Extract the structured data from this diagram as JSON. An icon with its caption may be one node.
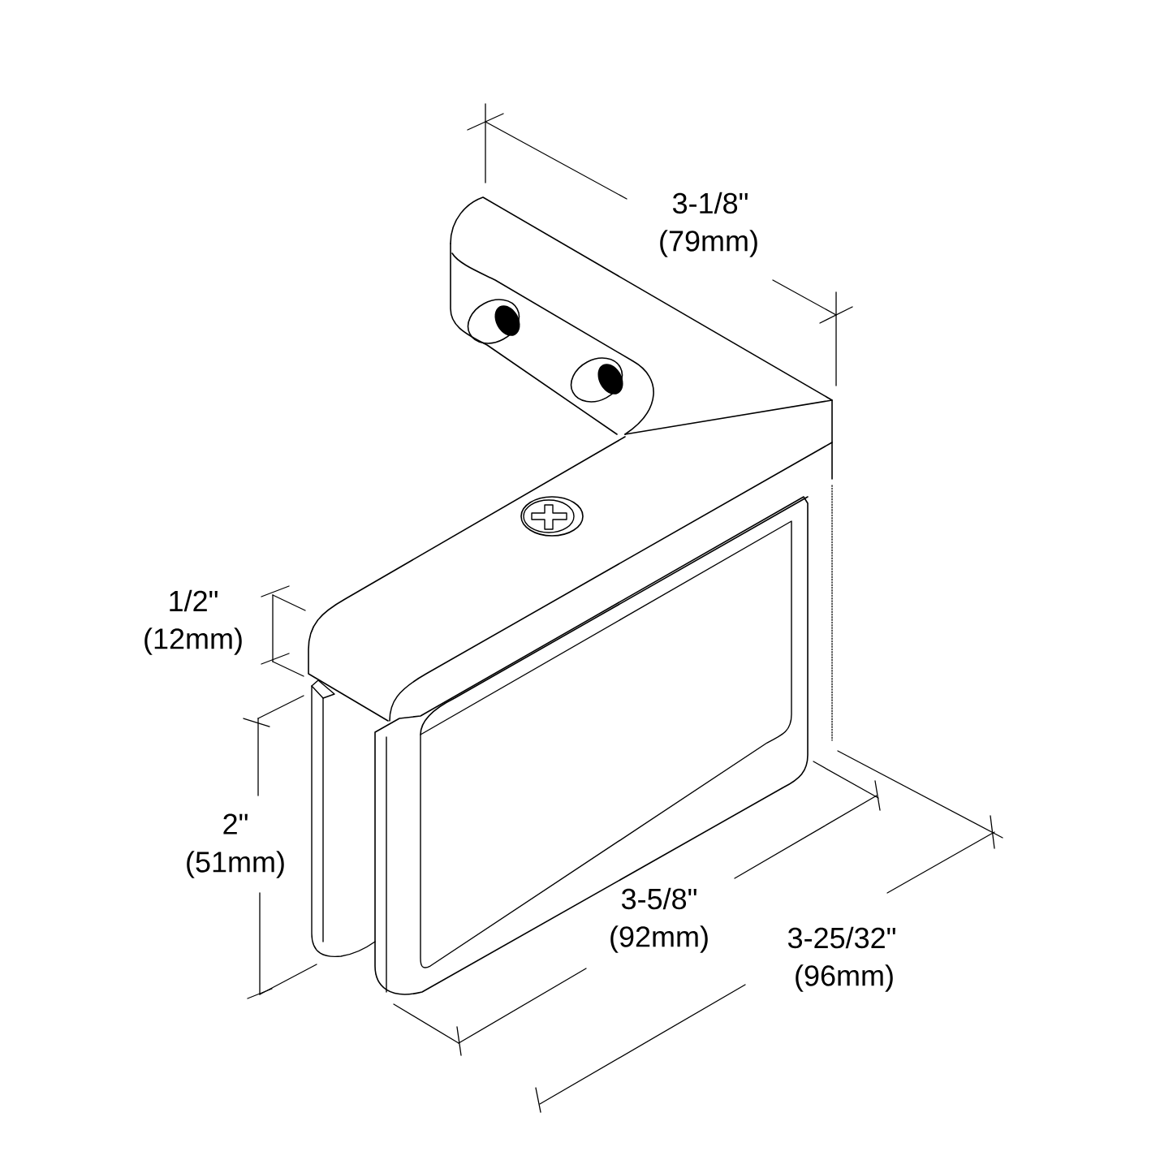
{
  "diagram": {
    "labels": [
      "3-1/8\"",
      "(79mm)",
      "1/2\"",
      "(12mm)",
      "2\"",
      "(51mm)",
      "3-5/8\"",
      "(92mm)",
      "3-25/32\"",
      "(96mm)"
    ]
  }
}
